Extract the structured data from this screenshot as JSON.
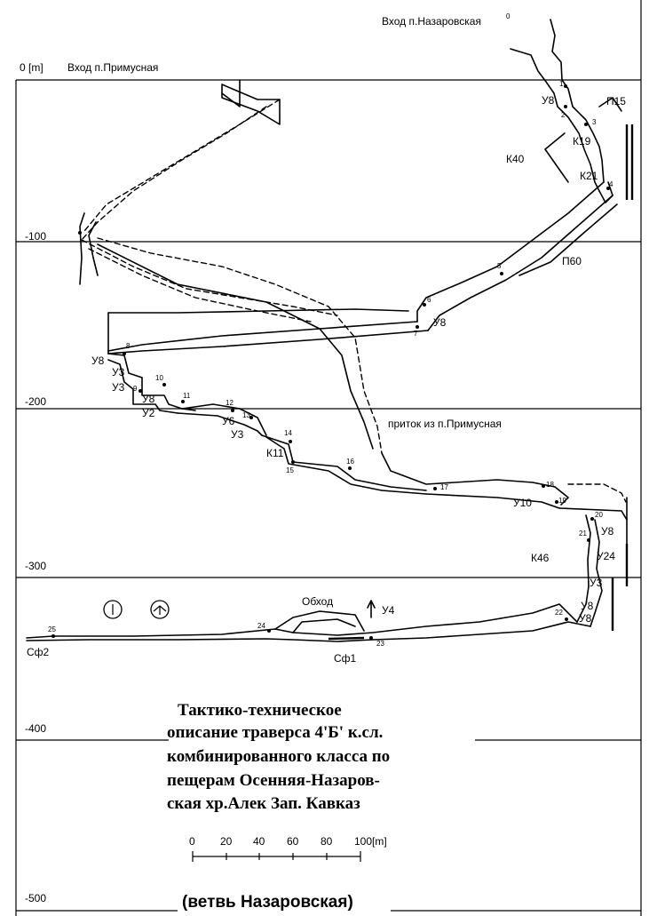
{
  "depth_labels": [
    "0 [m]",
    "-100",
    "-200",
    "-300",
    "-400",
    "-500"
  ],
  "entrances": {
    "primusnaya": "Вход п.Примусная",
    "nazarovskaya": "Вход п.Назаровская"
  },
  "stations": [
    "1",
    "2",
    "3",
    "4",
    "5",
    "6",
    "7",
    "8",
    "9",
    "10",
    "11",
    "12",
    "13",
    "14",
    "15",
    "16",
    "17",
    "18",
    "19",
    "20",
    "21",
    "22",
    "23",
    "24",
    "25",
    "0"
  ],
  "features": [
    "У8",
    "П15",
    "К19",
    "К40",
    "К21",
    "П60",
    "У8",
    "У8",
    "У3",
    "У3",
    "У8",
    "У2",
    "У6",
    "У3",
    "К11",
    "приток из п.Примусная",
    "У10",
    "У8",
    "К46",
    "У24",
    "У3",
    "У8",
    "У8",
    "Обход",
    "У4",
    "Сф1",
    "Сф2"
  ],
  "title": [
    "Тактико-техническое",
    "описание траверса 4'Б' к.сл.",
    "комбинированного класса по",
    "пещерам Осенняя-Назаров-",
    "ская хр.Алек Зап. Кавказ"
  ],
  "scale": [
    "0",
    "20",
    "40",
    "60",
    "80",
    "100[m]"
  ],
  "branch": "(ветвь Назаровская)"
}
